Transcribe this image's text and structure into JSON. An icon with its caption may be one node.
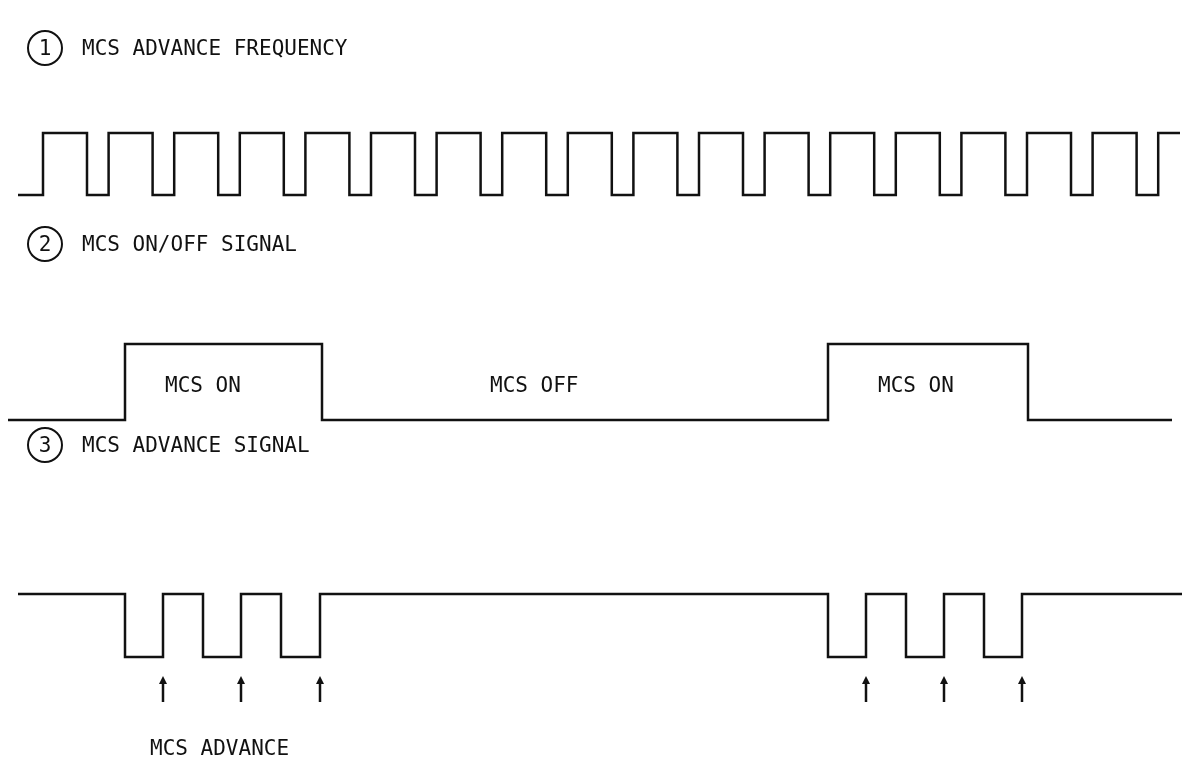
{
  "diagram": {
    "nodes": [
      {
        "text": [
          "1"
        ],
        "beside": [
          "MCS ADVANCE FREQUENCY"
        ]
      },
      {
        "text": [
          "2"
        ],
        "beside": [
          "MCS ON/OFF SIGNAL"
        ]
      },
      {
        "text": [
          "3"
        ],
        "beside": [
          "MCS ADVANCE SIGNAL"
        ]
      }
    ],
    "labels": [
      "MCS ON",
      "MCS OFF",
      "MCS ON",
      "MCS ADVANCE"
    ]
  }
}
